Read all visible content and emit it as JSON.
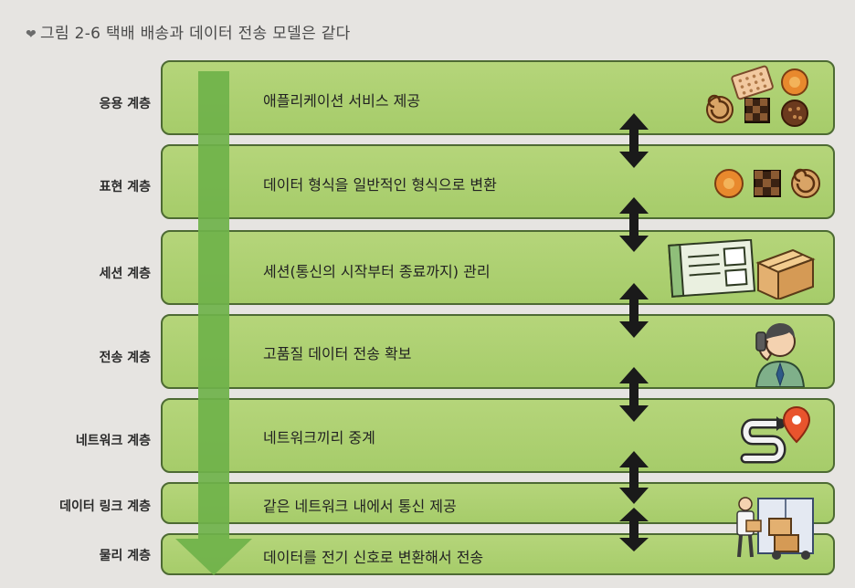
{
  "caption": {
    "marker": "❤",
    "text": "그림 2-6 택배 배송과 데이터 전송 모델은 같다"
  },
  "layers": [
    {
      "name": "응용 계층",
      "desc": "애플리케이션 서비스 제공",
      "icon": "cookies-icon"
    },
    {
      "name": "표현 계층",
      "desc": "데이터 형식을 일반적인 형식으로 변환",
      "icon": "cookie-row-icon"
    },
    {
      "name": "세션 계층",
      "desc": "세션(통신의 시작부터 종료까지) 관리",
      "icon": "waybill-box-icon"
    },
    {
      "name": "전송 계층",
      "desc": "고품질 데이터 전송 확보",
      "icon": "phone-agent-icon"
    },
    {
      "name": "네트워크 계층",
      "desc": "네트워크끼리 중계",
      "icon": "route-pin-icon"
    },
    {
      "name": "데이터 링크 계층",
      "desc": "같은 네트워크 내에서 통신 제공",
      "icon": "delivery-truck-icon"
    },
    {
      "name": "물리 계층",
      "desc": "데이터를 전기 신호로 변환해서 전송",
      "icon": "delivery-truck-icon"
    }
  ],
  "colors": {
    "band_fill": "#a9cd6d",
    "band_border": "#4d6a33",
    "arrow_green": "#6fb24a",
    "double_arrow": "#1a1a1a"
  }
}
